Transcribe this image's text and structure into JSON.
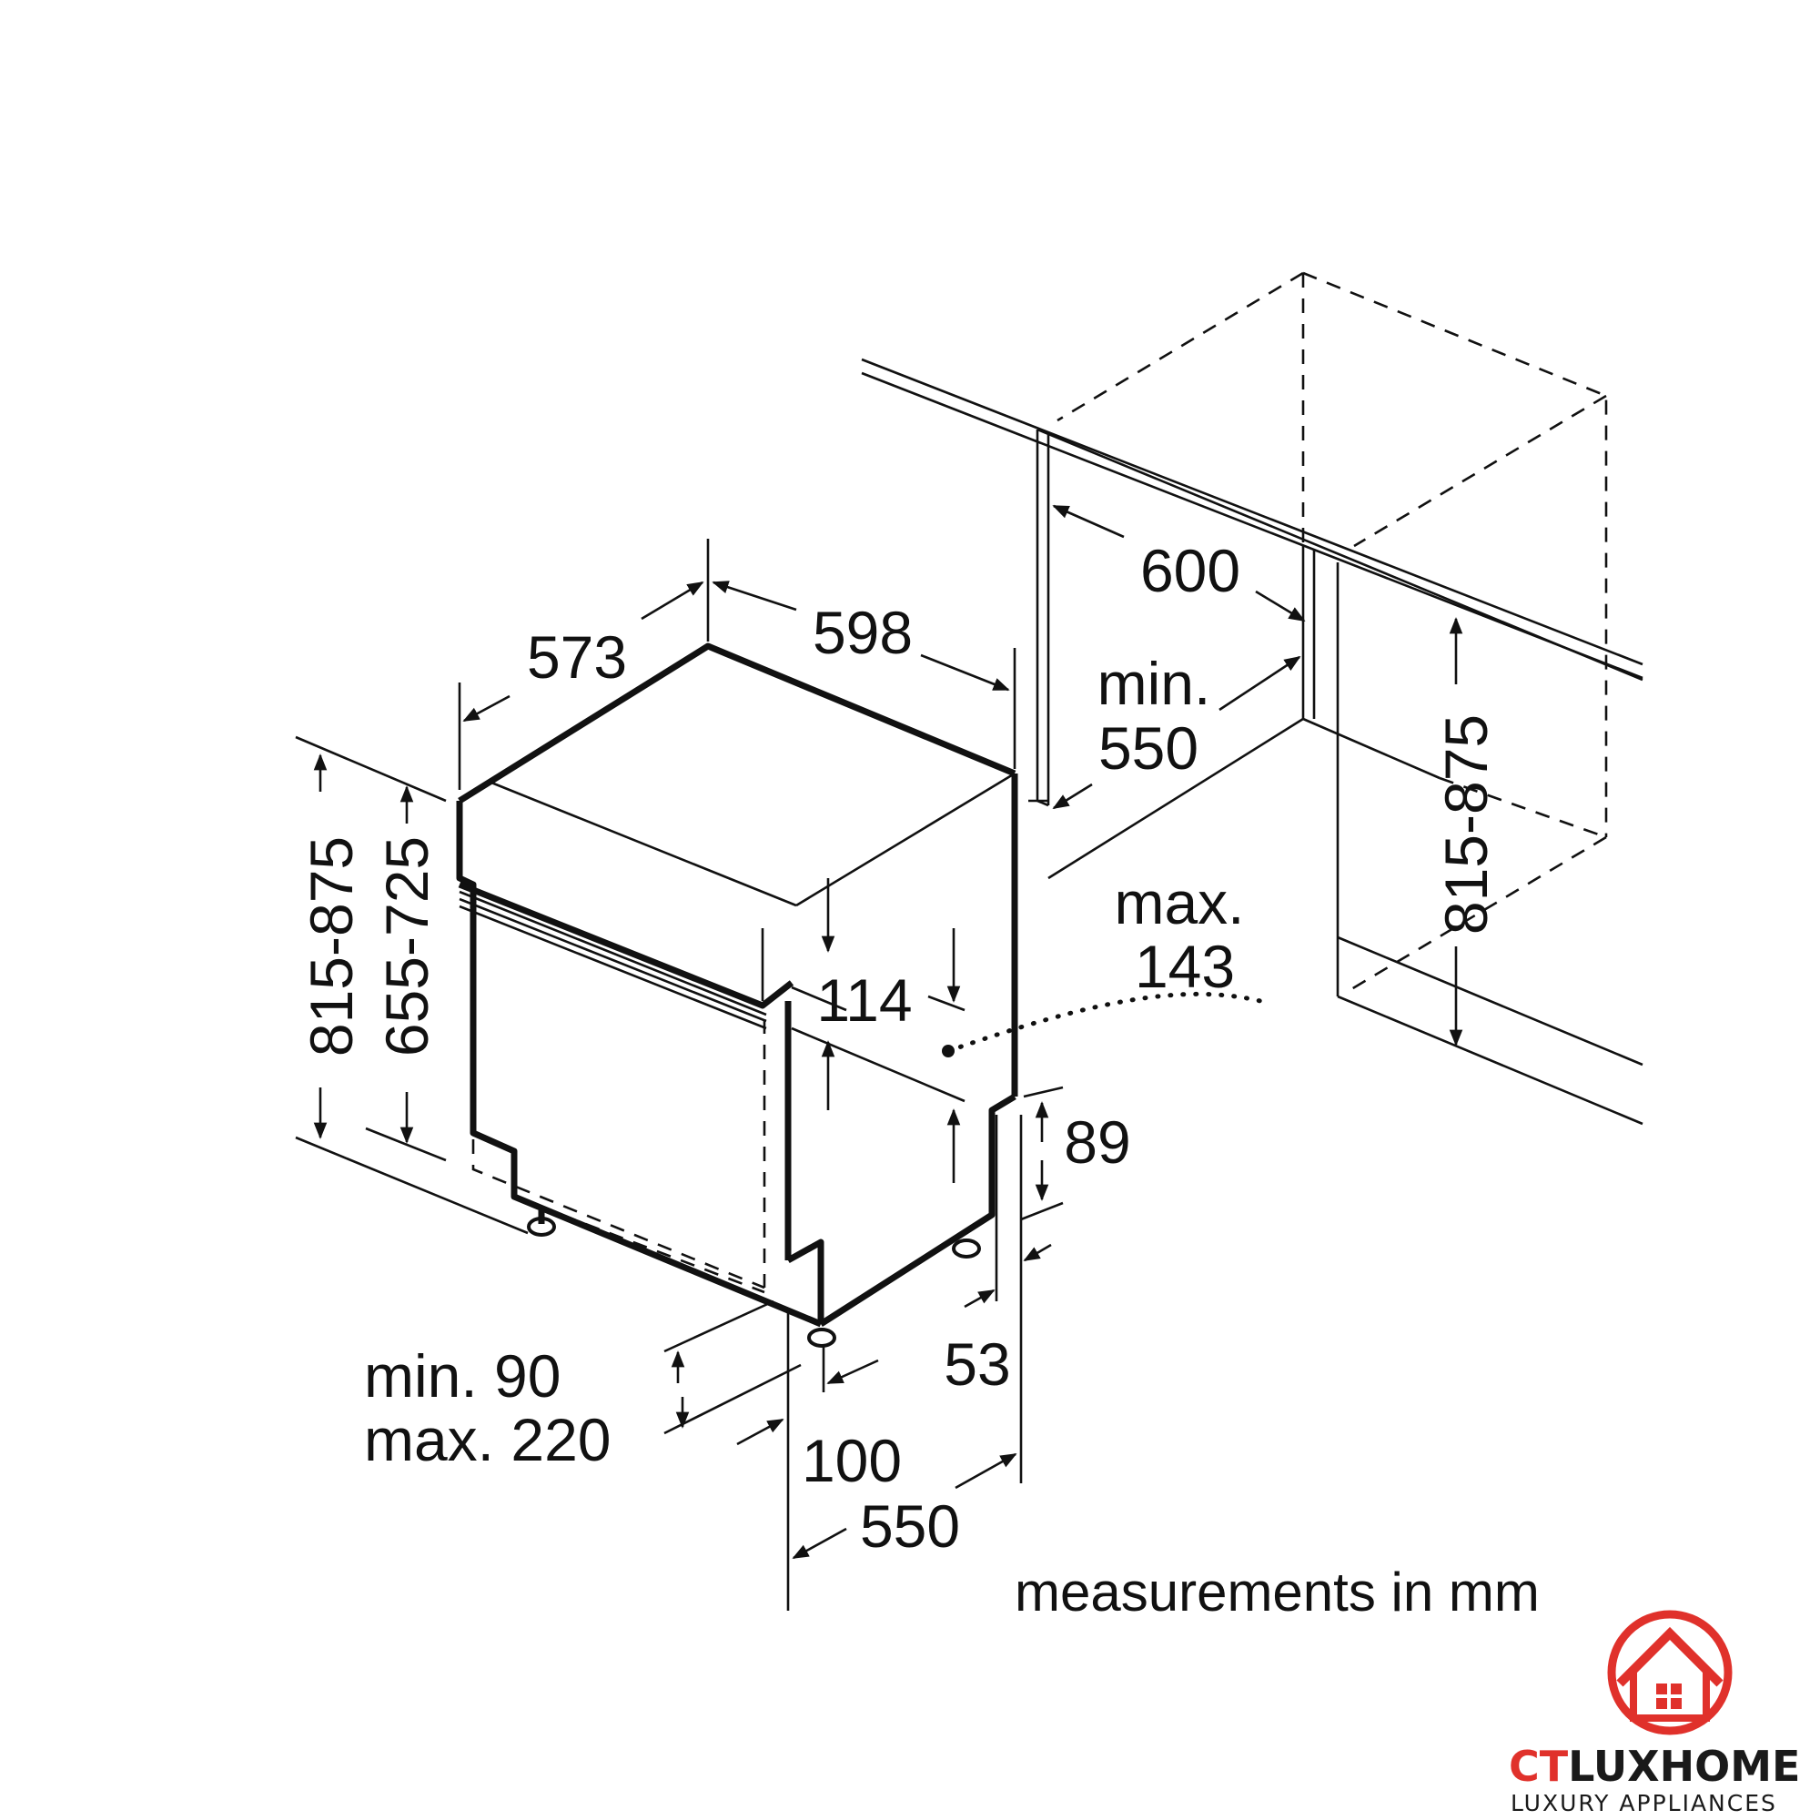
{
  "dimensions": {
    "overall_height": "815-875",
    "inner_height": "655-725",
    "depth": "573",
    "width": "598",
    "niche_width": "600",
    "niche_depth_min_label": "min.",
    "niche_depth_min_value": "550",
    "niche_height": "815-875",
    "panel_height": "114",
    "panel_gap_label": "max.",
    "panel_gap_value": "143",
    "kick_height": "89",
    "kick_depth": "53",
    "plinth_min": "min. 90",
    "plinth_max": "max. 220",
    "plinth_setback": "100",
    "appliance_depth": "550"
  },
  "caption": "measurements in mm",
  "logo": {
    "brand_part1": "CT",
    "brand_part2": "LUXHOME",
    "tagline": "LUXURY APPLIANCES"
  },
  "colors": {
    "line": "#111111",
    "logo_red": "#e0312b",
    "logo_dark": "#1a1a1a"
  }
}
